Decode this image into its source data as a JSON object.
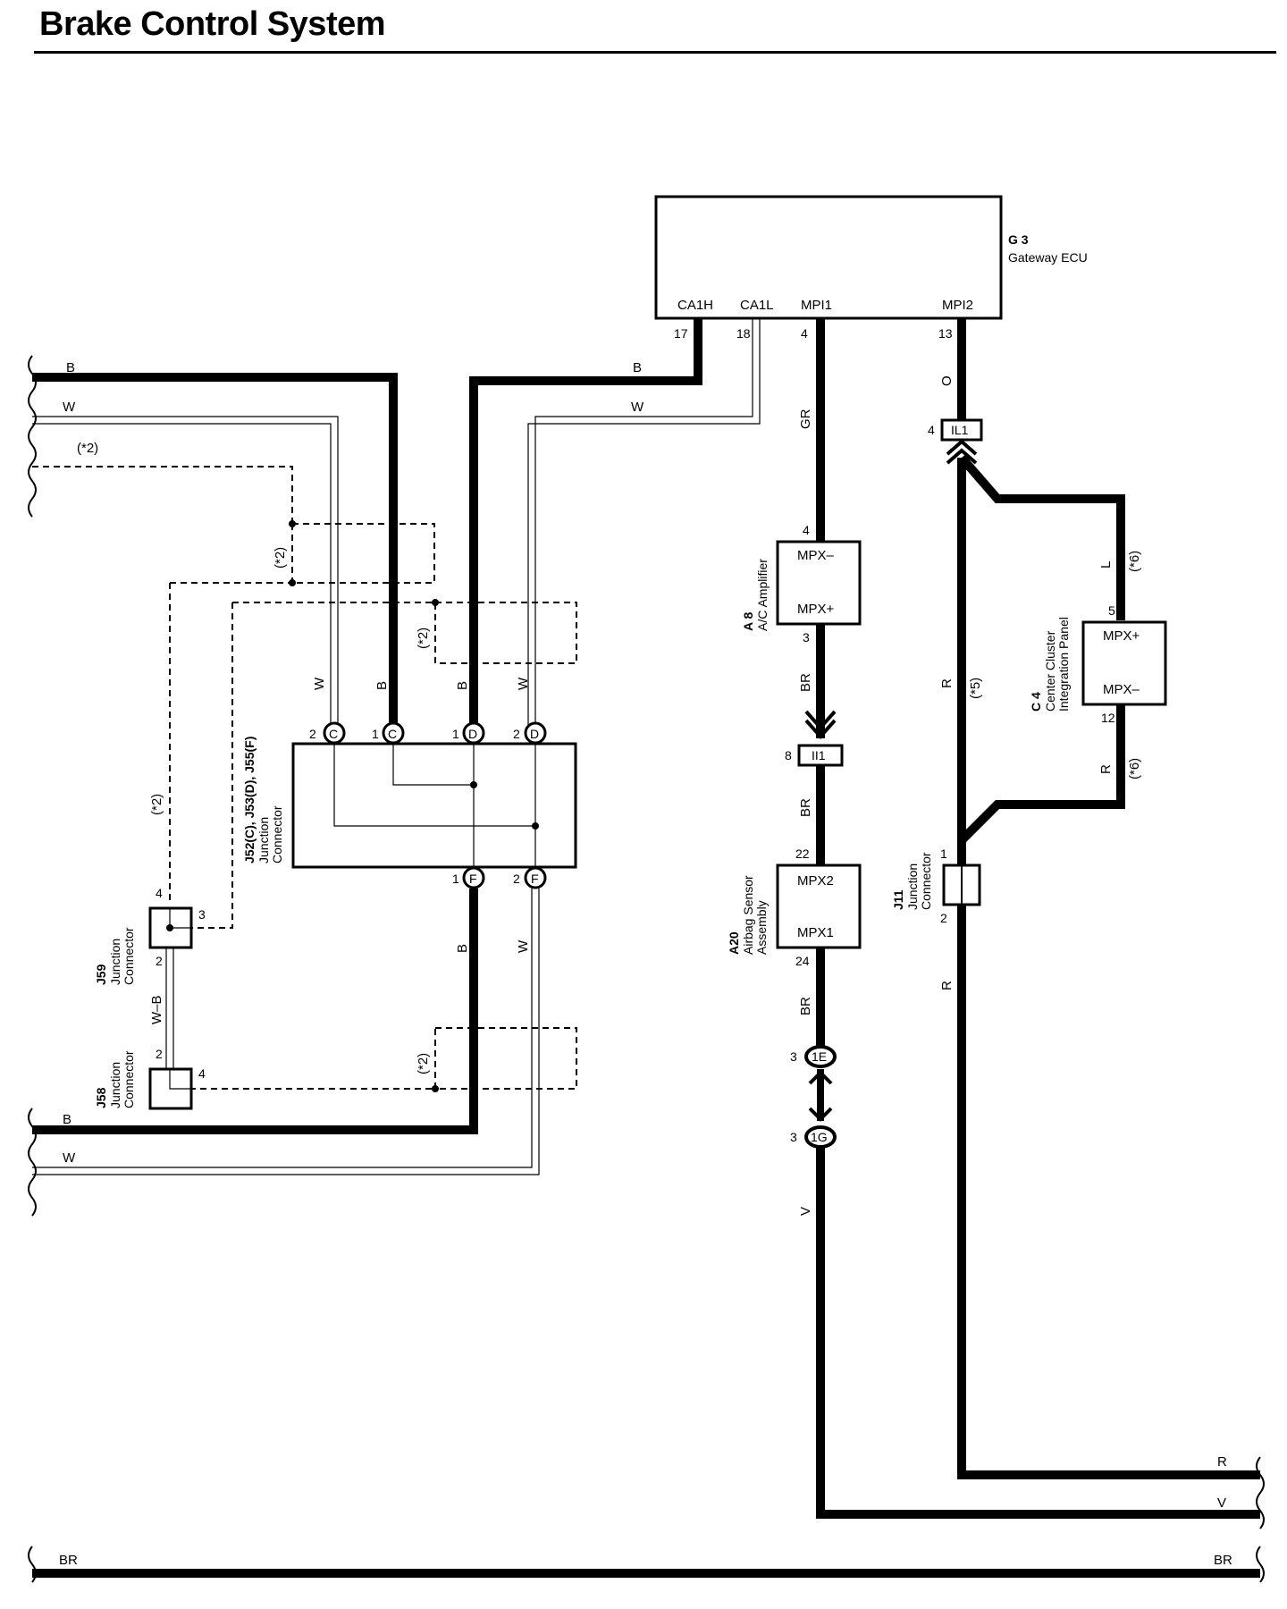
{
  "title": "Brake Control System",
  "components": {
    "g3": {
      "code": "G 3",
      "name": "Gateway ECU",
      "terminals": [
        "CA1H",
        "CA1L",
        "MPI1",
        "MPI2"
      ],
      "pins": [
        "17",
        "18",
        "4",
        "13"
      ]
    },
    "a8": {
      "code": "A 8",
      "name": "A/C Amplifier",
      "terminals": [
        "MPX–",
        "MPX+"
      ],
      "pins": [
        "4",
        "3"
      ]
    },
    "a20": {
      "code": "A20",
      "name_line1": "Airbag Sensor",
      "name_line2": "Assembly",
      "terminals": [
        "MPX2",
        "MPX1"
      ],
      "pins": [
        "22",
        "24"
      ]
    },
    "c4": {
      "code": "C 4",
      "name_line1": "Center Cluster",
      "name_line2": "Integration Panel",
      "terminals": [
        "MPX+",
        "MPX–"
      ],
      "pins": [
        "5",
        "12"
      ]
    },
    "j11": {
      "code": "J11",
      "name_line1": "Junction",
      "name_line2": "Connector",
      "pins": [
        "1",
        "2"
      ]
    },
    "j52": {
      "code": "J52(C), J53(D), J55(F)",
      "name_line1": "Junction",
      "name_line2": "Connector"
    },
    "j59": {
      "code": "J59",
      "name_line1": "Junction",
      "name_line2": "Connector",
      "pins": [
        "4",
        "3",
        "2"
      ]
    },
    "j58": {
      "code": "J58",
      "name_line1": "Junction",
      "name_line2": "Connector",
      "pins": [
        "2",
        "4"
      ]
    }
  },
  "connectors": {
    "il1": {
      "label": "IL1",
      "pin": "4"
    },
    "ii1": {
      "label": "II1",
      "pin": "8"
    },
    "e1": {
      "label": "1E",
      "pin": "3"
    },
    "g1": {
      "label": "1G",
      "pin": "3"
    },
    "c": "C",
    "d": "D",
    "f": "F"
  },
  "pin_numbers": {
    "one": "1",
    "two": "2"
  },
  "wire_colors": {
    "B": "B",
    "W": "W",
    "GR": "GR",
    "BR": "BR",
    "O": "O",
    "R": "R",
    "L": "L",
    "V": "V",
    "WB": "W–B"
  },
  "notes": {
    "n2": "(*2)",
    "n5": "(*5)",
    "n6": "(*6)"
  }
}
